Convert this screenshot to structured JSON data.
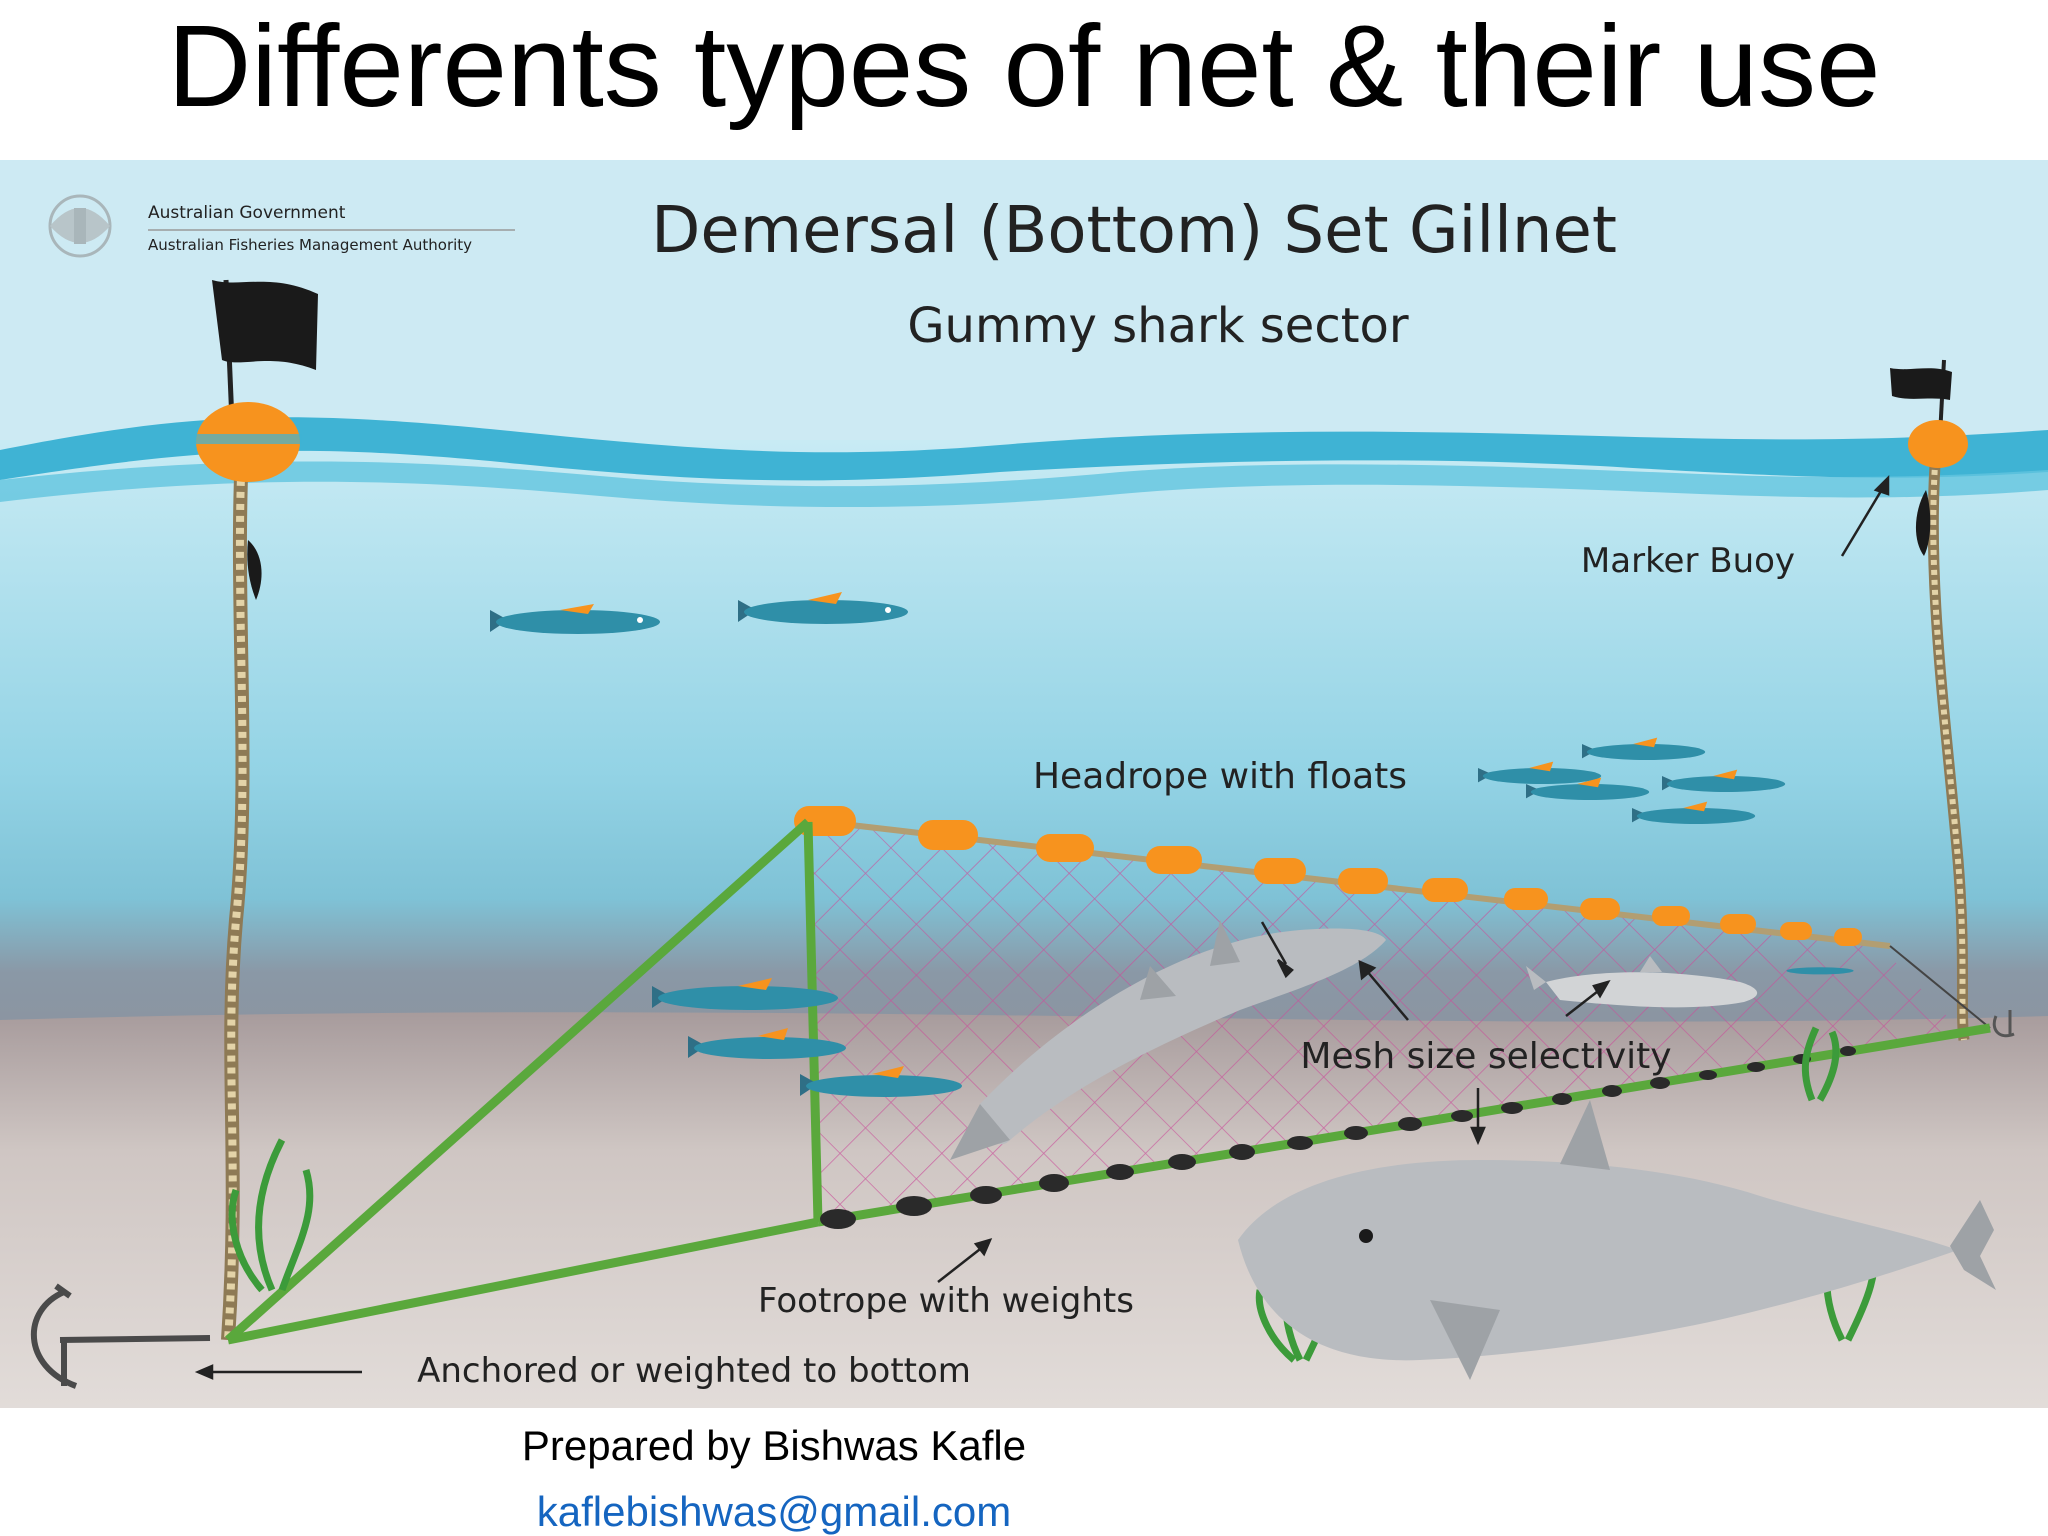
{
  "slide": {
    "title": "Differents types of net & their use",
    "author": "Prepared by Bishwas Kafle",
    "email": "kaflebishwas@gmail.com"
  },
  "diagram": {
    "agency_line1": "Australian Government",
    "agency_line2": "Australian Fisheries Management Authority",
    "title": "Demersal (Bottom) Set Gillnet",
    "subtitle": "Gummy shark sector",
    "labels": {
      "marker_buoy": "Marker Buoy",
      "headrope": "Headrope with floats",
      "mesh": "Mesh size selectivity",
      "footrope": "Footrope with weights",
      "anchor": "Anchored or weighted to bottom"
    }
  },
  "colors": {
    "water_top": "#c9ebf4",
    "water_mid": "#8fd1e3",
    "seabed": "#ddd6d2",
    "float_orange": "#f7931e",
    "rope_green": "#5aa83c",
    "mesh_pink": "#c94f9a",
    "fish_blue": "#2f8fa8",
    "shark_grey": "#b9bcc0"
  }
}
